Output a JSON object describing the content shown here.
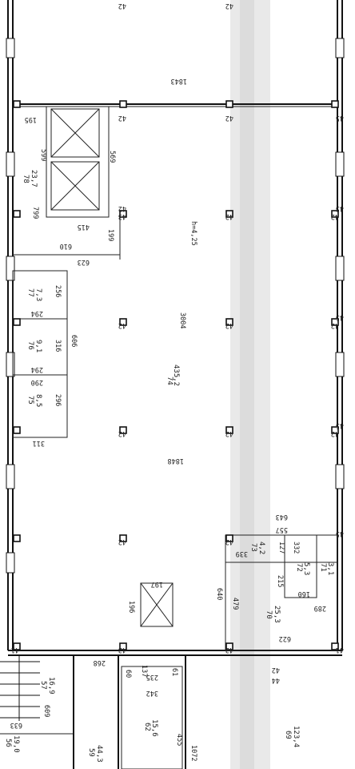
{
  "plan": {
    "columns": [
      {
        "label": "42",
        "at": "top-1"
      },
      {
        "label": "42",
        "at": "top-2"
      },
      {
        "label": "42",
        "at": "row1-a"
      },
      {
        "label": "42",
        "at": "row1-b"
      },
      {
        "label": "45",
        "at": "row1-c"
      },
      {
        "label": "43",
        "at": "row2-a"
      },
      {
        "label": "42",
        "at": "row2-a2"
      },
      {
        "label": "42",
        "at": "row2-b"
      },
      {
        "label": "42",
        "at": "row2-c"
      },
      {
        "label": "45",
        "at": "row2-c2"
      },
      {
        "label": "42",
        "at": "row3-a"
      },
      {
        "label": "42",
        "at": "row3-b"
      },
      {
        "label": "42",
        "at": "row3-c"
      },
      {
        "label": "45",
        "at": "row3-d"
      },
      {
        "label": "42",
        "at": "row4-a"
      },
      {
        "label": "42",
        "at": "row4-b"
      },
      {
        "label": "42",
        "at": "row4-c"
      },
      {
        "label": "45",
        "at": "row4-d"
      },
      {
        "label": "42",
        "at": "row5-a"
      },
      {
        "label": "42",
        "at": "row5-b"
      },
      {
        "label": "45",
        "at": "row5-c"
      },
      {
        "label": "43",
        "at": "row6-a"
      },
      {
        "label": "41",
        "at": "row6-b"
      },
      {
        "label": "43",
        "at": "row6-c"
      },
      {
        "label": "41",
        "at": "row6-d"
      },
      {
        "label": "42",
        "at": "row7-a"
      },
      {
        "label": "44",
        "at": "row7-b"
      }
    ],
    "rooms": [
      {
        "number": "74",
        "area": "435,2"
      },
      {
        "number": "78",
        "area": "23,7"
      },
      {
        "number": "77",
        "area": "7,3"
      },
      {
        "number": "76",
        "area": "9,1"
      },
      {
        "number": "75",
        "area": "8,5"
      },
      {
        "number": "73",
        "area": "4,2"
      },
      {
        "number": "72",
        "area": "5,3"
      },
      {
        "number": "71",
        "area": "3,1"
      },
      {
        "number": "70",
        "area": "25,3"
      },
      {
        "number": "57",
        "area": "16,9"
      },
      {
        "number": "56",
        "area": "19,0"
      },
      {
        "number": "59",
        "area": "44,3"
      },
      {
        "number": "62",
        "area": "15,6"
      },
      {
        "number": "69",
        "area": "123,4"
      }
    ],
    "dimensions": [
      "1843",
      "195",
      "599",
      "569",
      "799",
      "415",
      "199",
      "610",
      "623",
      "256",
      "294",
      "606",
      "316",
      "294",
      "290",
      "296",
      "311",
      "3004",
      "1848",
      "h=4,25",
      "643",
      "557",
      "339",
      "127",
      "332",
      "215",
      "160",
      "640",
      "479",
      "289",
      "622",
      "196",
      "197",
      "268",
      "60",
      "137",
      "61",
      "235",
      "342",
      "609",
      "633",
      "455",
      "1072"
    ]
  }
}
